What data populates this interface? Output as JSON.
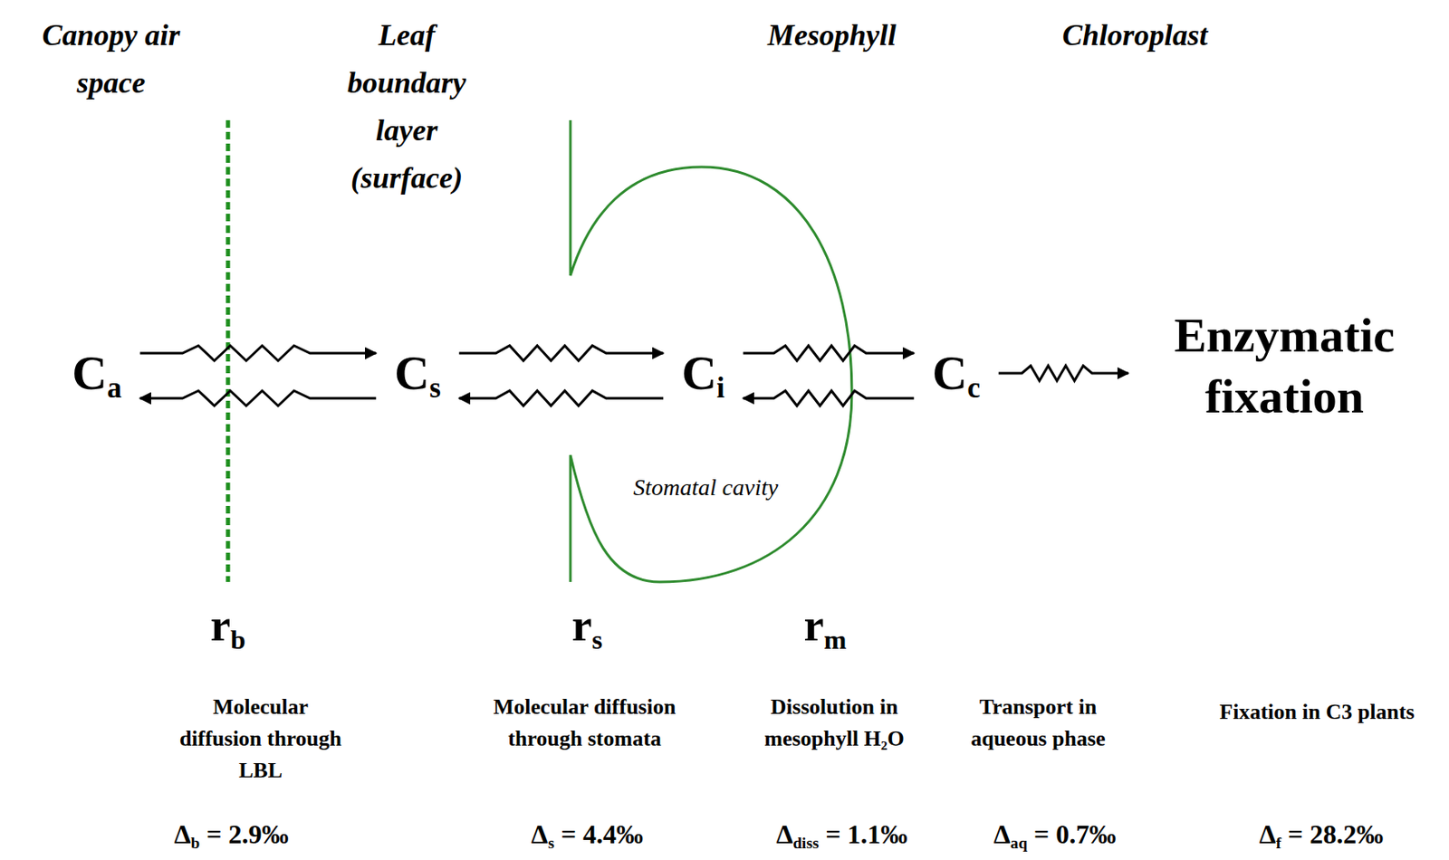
{
  "diagram": {
    "nodes": [
      {
        "text": [
          "C",
          "a"
        ]
      },
      {
        "text": [
          "C",
          "s"
        ]
      },
      {
        "text": [
          "C",
          "i"
        ]
      },
      {
        "text": [
          "C",
          "c"
        ]
      },
      {
        "text": [
          "Enzymatic fixation"
        ]
      }
    ],
    "edges": [
      {
        "from": 0,
        "to": 1,
        "arrow": "to"
      },
      {
        "from": 1,
        "to": 0,
        "arrow": "to"
      },
      {
        "from": 1,
        "to": 2,
        "arrow": "to"
      },
      {
        "from": 2,
        "to": 1,
        "arrow": "to"
      },
      {
        "from": 2,
        "to": 3,
        "arrow": "to"
      },
      {
        "from": 3,
        "to": 2,
        "arrow": "to"
      },
      {
        "from": 3,
        "to": 4,
        "arrow": "to"
      }
    ],
    "labels": [
      "Canopy air space",
      "Leaf boundary layer (surface)",
      "Mesophyll",
      "Chloroplast",
      "Stomatal cavity",
      "r",
      "b",
      "r",
      "s",
      "r",
      "m",
      "Molecular diffusion through LBL",
      "Molecular diffusion through stomata",
      "Dissolution in mesophyll H₂O",
      "Transport in aqueous phase",
      "Fixation in C3 plants",
      "Δ",
      "b",
      "= 2.9‰",
      "Δ",
      "s",
      "= 4.4‰",
      "Δ",
      "diss",
      "= 1.1‰",
      "Δ",
      "aq",
      "= 0.7‰",
      "Δ",
      "f",
      "= 28.2‰"
    ]
  }
}
